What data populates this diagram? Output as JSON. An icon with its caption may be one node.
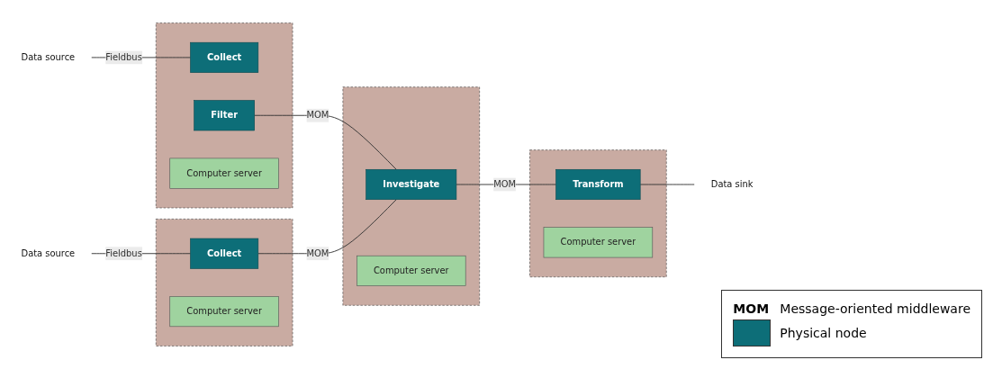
{
  "diagram": {
    "nodes": [
      {
        "text": [
          "Data source"
        ]
      },
      {
        "text": [],
        "shape": "box"
      },
      {
        "text": [
          "Collect"
        ],
        "in": 1
      },
      {
        "text": [
          "Filter"
        ],
        "in": 1
      },
      {
        "text": [
          "Computer server"
        ],
        "in": 1
      },
      {
        "text": [
          "Data source"
        ]
      },
      {
        "text": [],
        "shape": "box"
      },
      {
        "text": [
          "Collect"
        ],
        "in": 6
      },
      {
        "text": [
          "Computer server"
        ],
        "in": 6
      },
      {
        "text": [],
        "shape": "box"
      },
      {
        "text": [
          "Investigate"
        ],
        "in": 9
      },
      {
        "text": [
          "Computer server"
        ],
        "in": 9
      },
      {
        "text": [],
        "shape": "box"
      },
      {
        "text": [
          "Transform"
        ],
        "in": 12
      },
      {
        "text": [
          "Computer server"
        ],
        "in": 12
      },
      {
        "text": [
          "Data sink"
        ]
      }
    ],
    "edges": [
      {
        "from": 0,
        "to": 2,
        "arrow": "none",
        "label": "Fieldbus"
      },
      {
        "from": 3,
        "to": 10,
        "arrow": "none",
        "label": "MOM"
      },
      {
        "from": 5,
        "to": 7,
        "arrow": "none",
        "label": "Fieldbus"
      },
      {
        "from": 7,
        "to": 10,
        "arrow": "none",
        "label": "MOM"
      },
      {
        "from": 10,
        "to": 13,
        "arrow": "none",
        "label": "MOM"
      },
      {
        "from": 13,
        "to": 15,
        "arrow": "none"
      }
    ],
    "labels": [
      "MOM"
    ],
    "legend": [
      {
        "text": "Message-oriented middleware"
      },
      {
        "text": "Physical node",
        "color": "#0d6e78"
      }
    ]
  }
}
